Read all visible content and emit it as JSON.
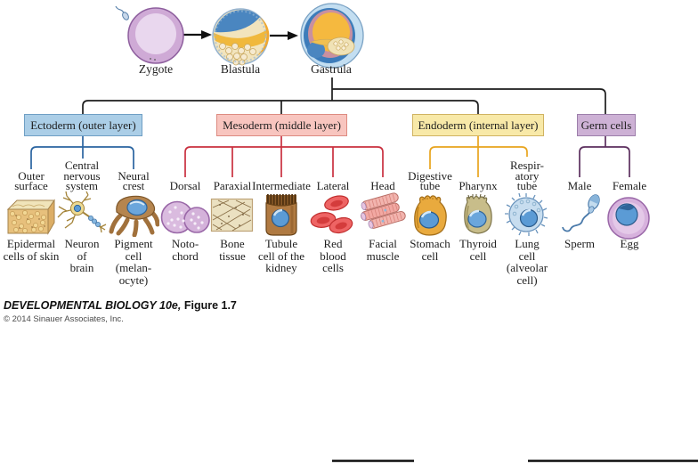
{
  "stages": [
    {
      "label": "Zygote",
      "icon": "zygote-icon"
    },
    {
      "label": "Blastula",
      "icon": "blastula-icon"
    },
    {
      "label": "Gastrula",
      "icon": "gastrula-icon"
    }
  ],
  "layers": [
    {
      "label": "Ectoderm (outer layer)",
      "fill": "#abcee7",
      "border": "#6f9fc4",
      "line_color": "#2a64a0"
    },
    {
      "label": "Mesoderm (middle layer)",
      "fill": "#f8c5bf",
      "border": "#dd8b81",
      "line_color": "#c9303f"
    },
    {
      "label": "Endoderm (internal layer)",
      "fill": "#f8e9a8",
      "border": "#d0b362",
      "line_color": "#e8a41d"
    },
    {
      "label": "Germ cells",
      "fill": "#cdb1d5",
      "border": "#9d7fab",
      "line_color": "#5c2f5e"
    }
  ],
  "columns": [
    {
      "branch": "Outer\nsurface",
      "cell": "Epidermal\ncells of skin",
      "icon": "epidermal-skin-icon"
    },
    {
      "branch": "Central\nnervous\nsystem",
      "cell": "Neuron\nof\nbrain",
      "icon": "neuron-icon"
    },
    {
      "branch": "Neural\ncrest",
      "cell": "Pigment\ncell\n(melan-\nocyte)",
      "icon": "pigment-cell-icon"
    },
    {
      "branch": "Dorsal",
      "cell": "Noto-\nchord",
      "icon": "notochord-icon"
    },
    {
      "branch": "Paraxial",
      "cell": "Bone\ntissue",
      "icon": "bone-tissue-icon"
    },
    {
      "branch": "Intermediate",
      "cell": "Tubule\ncell of the\nkidney",
      "icon": "kidney-tubule-icon"
    },
    {
      "branch": "Lateral",
      "cell": "Red\nblood\ncells",
      "icon": "red-blood-cells-icon"
    },
    {
      "branch": "Head",
      "cell": "Facial\nmuscle",
      "icon": "facial-muscle-icon"
    },
    {
      "branch": "Digestive\ntube",
      "cell": "Stomach\ncell",
      "icon": "stomach-cell-icon"
    },
    {
      "branch": "Pharynx",
      "cell": "Thyroid\ncell",
      "icon": "thyroid-cell-icon"
    },
    {
      "branch": "Respir-\natory\ntube",
      "cell": "Lung\ncell\n(alveolar\ncell)",
      "icon": "lung-cell-icon"
    },
    {
      "branch": "Male",
      "cell": "Sperm",
      "icon": "sperm-icon"
    },
    {
      "branch": "Female",
      "cell": "Egg",
      "icon": "egg-icon"
    }
  ],
  "caption": {
    "title": "DEVELOPMENTAL BIOLOGY 10e,",
    "figure": "Figure 1.7",
    "copyright": "© 2014 Sinauer Associates, Inc."
  }
}
